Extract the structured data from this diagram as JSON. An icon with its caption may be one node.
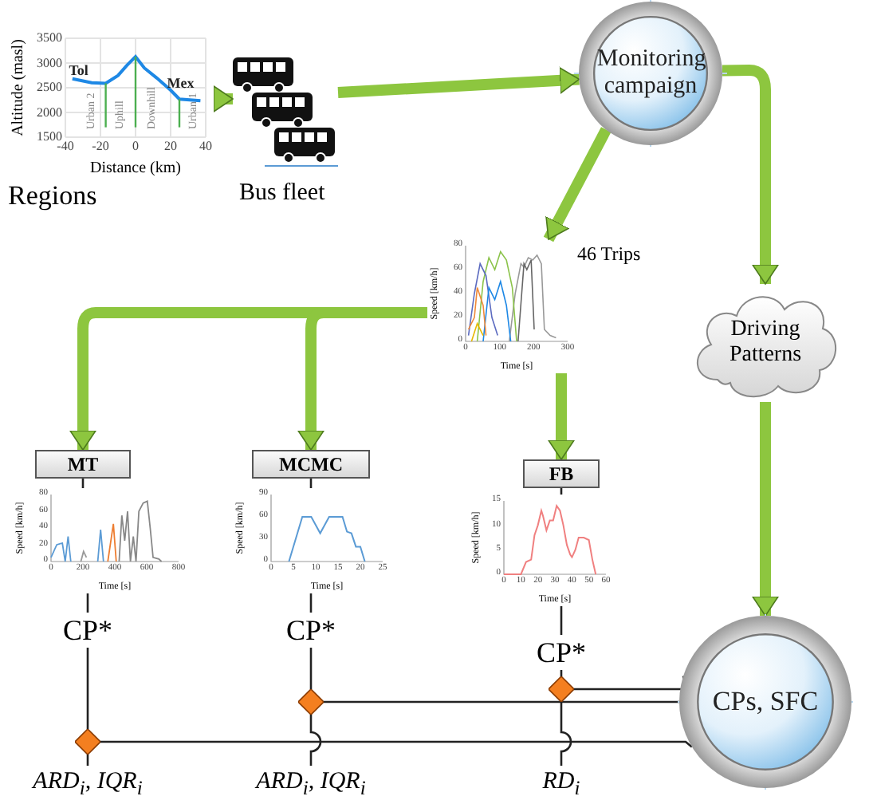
{
  "diagram": {
    "nodes": [
      {
        "text": [
          "Altitude (masl)",
          "Distance (km)",
          "Tol",
          "Mex",
          "Urban 2",
          "Uphill",
          "Downhill",
          "Urban 1"
        ],
        "beside": [
          "Regions"
        ]
      },
      {
        "text": [],
        "shape": "picture",
        "beside": [
          "Bus fleet"
        ]
      },
      {
        "text": [
          "Monitoring campaign"
        ]
      },
      {
        "text": [
          "Speed [km/h]",
          "Time [s]"
        ],
        "beside": [
          "46 Trips"
        ]
      },
      {
        "text": [
          "Driving Patterns"
        ]
      },
      {
        "text": [
          "MT"
        ]
      },
      {
        "text": [
          "MCMC"
        ]
      },
      {
        "text": [
          "FB"
        ]
      },
      {
        "text": [
          "Speed [km/h]",
          "Time [s]"
        ]
      },
      {
        "text": [
          "Speed [km/h]",
          "Time [s]"
        ]
      },
      {
        "text": [
          "Speed [km/h]",
          "Time [s]"
        ]
      },
      {
        "text": [
          "CP*"
        ]
      },
      {
        "text": [
          "CP*"
        ]
      },
      {
        "text": [
          "CP*"
        ]
      },
      {
        "text": [],
        "shape": "diamond"
      },
      {
        "text": [],
        "shape": "diamond"
      },
      {
        "text": [],
        "shape": "diamond"
      },
      {
        "text": [
          "ARD$_{i}$, IQR$_{i}$"
        ]
      },
      {
        "text": [
          "ARD$_{i}$, IQR$_{i}$"
        ]
      },
      {
        "text": [
          "RD$_{i}$"
        ]
      },
      {
        "text": [
          "CPs, SFC"
        ]
      }
    ],
    "edges": [
      {
        "from": 0,
        "to": 1,
        "arrow": "to",
        "style": "thick",
        "color": "#8dc63f"
      },
      {
        "from": 1,
        "to": 2,
        "arrow": "to",
        "style": "thick",
        "color": "#8dc63f"
      },
      {
        "from": 2,
        "to": 3,
        "arrow": "to",
        "style": "thick",
        "color": "#8dc63f"
      },
      {
        "from": 2,
        "to": 4,
        "arrow": "to",
        "style": "thick",
        "color": "#8dc63f"
      },
      {
        "from": 3,
        "to": 5,
        "arrow": "to",
        "style": "thick",
        "color": "#8dc63f"
      },
      {
        "from": 3,
        "to": 6,
        "arrow": "to",
        "style": "thick",
        "color": "#8dc63f"
      },
      {
        "from": 3,
        "to": 7,
        "arrow": "to",
        "style": "thick",
        "color": "#8dc63f"
      },
      {
        "from": 4,
        "to": 20,
        "arrow": "to",
        "style": "thick",
        "color": "#8dc63f"
      },
      {
        "from": 5,
        "to": 8,
        "arrow": "none"
      },
      {
        "from": 8,
        "to": 11,
        "arrow": "none"
      },
      {
        "from": 6,
        "to": 9,
        "arrow": "none"
      },
      {
        "from": 9,
        "to": 12,
        "arrow": "none"
      },
      {
        "from": 7,
        "to": 10,
        "arrow": "none"
      },
      {
        "from": 10,
        "to": 13,
        "arrow": "none"
      },
      {
        "from": 11,
        "to": 14,
        "arrow": "none"
      },
      {
        "from": 14,
        "to": 17,
        "arrow": "none"
      },
      {
        "from": 12,
        "to": 15,
        "arrow": "none"
      },
      {
        "from": 15,
        "to": 18,
        "arrow": "none"
      },
      {
        "from": 13,
        "to": 16,
        "arrow": "none"
      },
      {
        "from": 16,
        "to": 19,
        "arrow": "none"
      },
      {
        "from": 14,
        "to": 20,
        "arrow": "none"
      },
      {
        "from": 15,
        "to": 20,
        "arrow": "none"
      },
      {
        "from": 16,
        "to": 20,
        "arrow": "none"
      }
    ],
    "labels": [
      "3500",
      "3000",
      "2500",
      "2000",
      "1500",
      "-40",
      "-20",
      "0",
      "20",
      "40",
      "80",
      "60",
      "40",
      "20",
      "0",
      "0",
      "100",
      "200",
      "300",
      "80",
      "60",
      "40",
      "20",
      "0",
      "0",
      "200",
      "400",
      "600",
      "800",
      "90",
      "60",
      "30",
      "0",
      "0",
      "5",
      "10",
      "15",
      "20",
      "25",
      "15",
      "10",
      "5",
      "0",
      "0",
      "10",
      "20",
      "30",
      "40",
      "50",
      "60"
    ]
  }
}
